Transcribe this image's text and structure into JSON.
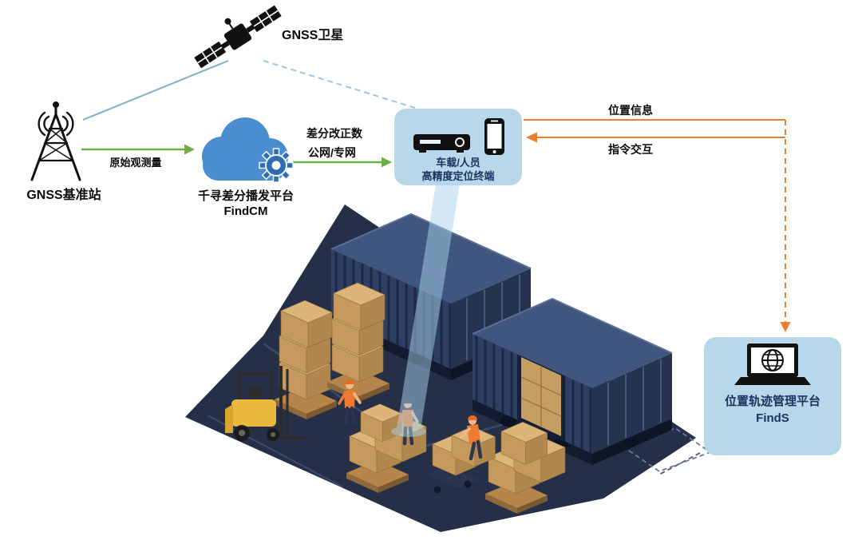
{
  "diagram": {
    "satellite": {
      "label": "GNSS卫星",
      "icon": "satellite-icon"
    },
    "base_station": {
      "label": "GNSS基准站",
      "icon": "radio-tower-icon"
    },
    "cloud_platform": {
      "name": "千寻差分播发平台",
      "product": "FindCM",
      "icon": "cloud-gear-icon"
    },
    "terminal": {
      "line1": "车载/人员",
      "line2": "高精度定位终端",
      "icons": [
        "receiver-icon",
        "smartphone-icon"
      ]
    },
    "management_platform": {
      "name": "位置轨迹管理平台",
      "product": "FindS",
      "icon": "laptop-globe-icon"
    },
    "flows": {
      "raw_observation": "原始观测量",
      "correction_line1": "差分改正数",
      "correction_line2": "公网/专网",
      "position_info": "位置信息",
      "command_interaction": "指令交互"
    },
    "scene": "isometric container yard with forklift, pallets, workers and positioning beam"
  },
  "colors": {
    "panel_blue": "#b6d8ea",
    "text_navy": "#17335f",
    "arrow_green": "#6fad47",
    "arrow_orange": "#ed7d31",
    "cloud_blue": "#4a8ed0",
    "gear_blue": "#2f6cb3",
    "satellite_link_solid": "#7fb0c4",
    "satellite_link_dashed": "#9cc7e4",
    "floor_navy": "#252f48",
    "container_side": "#2e3f63",
    "container_top": "#41567f",
    "box_tan": "#ddb579",
    "forklift_yellow": "#e8b93a",
    "beam_blue": "#a9d3eb"
  }
}
